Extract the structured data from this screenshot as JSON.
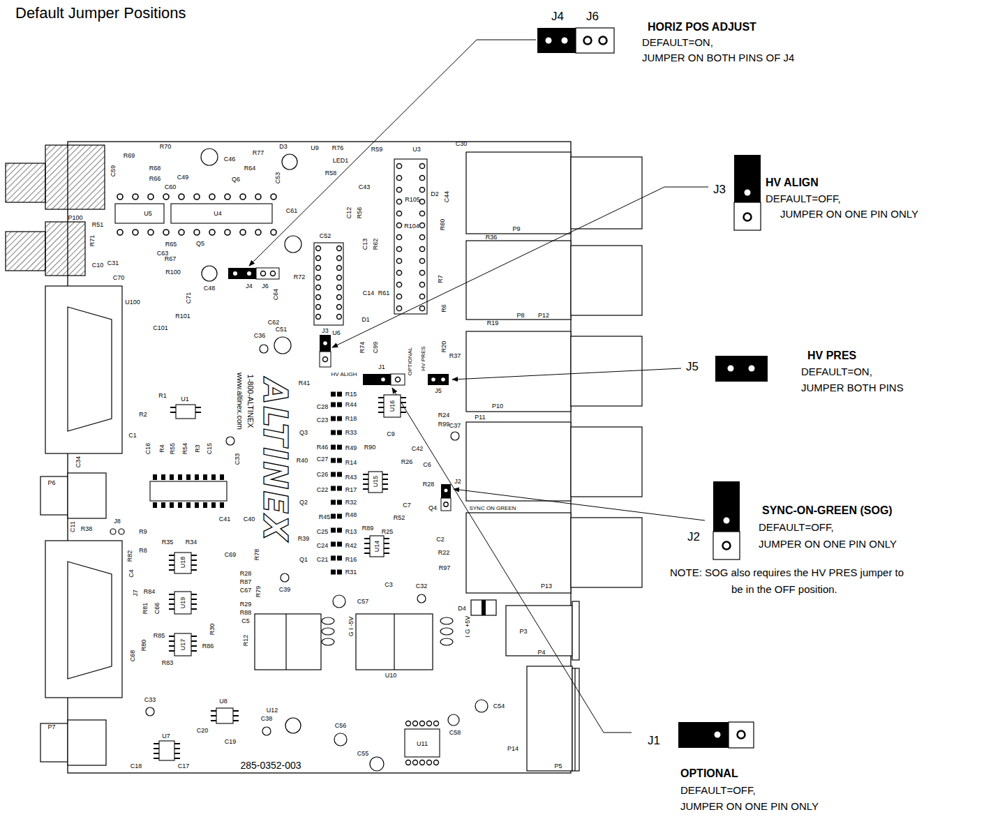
{
  "diagram": {
    "title": "Default Jumper Positions",
    "labels": [
      "J4",
      "J6",
      "HORIZ POS ADJUST",
      "DEFAULT=ON,",
      "JUMPER ON BOTH PINS OF J4",
      "J3",
      "HV ALIGN",
      "DEFAULT=OFF,",
      "JUMPER ON ONE PIN ONLY",
      "J5",
      "HV PRES",
      "DEFAULT=ON,",
      "JUMPER BOTH PINS",
      "SYNC-ON-GREEN (SOG)",
      "J2",
      "DEFAULT=OFF,",
      "JUMPER ON ONE PIN ONLY",
      "NOTE: SOG also requires the HV PRES jumper to be in the OFF position.",
      "J1",
      "OPTIONAL",
      "DEFAULT=OFF,",
      "JUMPER ON ONE PIN ONLY",
      "R69",
      "R70",
      "C59",
      "R68",
      "C46",
      "R77",
      "D3",
      "U9",
      "R76",
      "R59",
      "U3",
      "C30",
      "R64",
      "C49",
      "R66",
      "C60",
      "Q6",
      "C53",
      "LED1",
      "R58",
      "C43",
      "R105",
      "D2",
      "C44",
      "U5",
      "U4",
      "P100",
      "C61",
      "C52",
      "C12",
      "R56",
      "R104",
      "R60",
      "R36",
      "P9",
      "R51",
      "R71",
      "R65",
      "C63",
      "R67",
      "Q5",
      "C13",
      "R62",
      "C10",
      "C31",
      "R100",
      "C70",
      "C48",
      "J4",
      "J6",
      "C64",
      "R72",
      "R7",
      "C14",
      "R61",
      "R6",
      "U100",
      "R101",
      "C71",
      "C101",
      "C62",
      "D1",
      "U6",
      "R19",
      "P8",
      "P12",
      "R20",
      "R37",
      "C36",
      "C51",
      "J3",
      "R74",
      "C99",
      "HV ALIGH",
      "J1",
      "OPTIONAL",
      "HV PRES",
      "J5",
      "R41",
      "P10",
      "P11",
      "R15",
      "C28",
      "R44",
      "U16",
      "R24",
      "R99",
      "C23",
      "R18",
      "Q3",
      "R33",
      "C9",
      "C37",
      "R1",
      "U1",
      "R2",
      "C1",
      "C16",
      "R4",
      "R55",
      "R54",
      "R3",
      "C15",
      "C34",
      "R46",
      "R90",
      "C42",
      "R40",
      "C27",
      "R49",
      "R14",
      "R26",
      "C6",
      "C33",
      "1-800-ALTINEX",
      "www.altinex.com",
      "ALTINEX",
      "P6",
      "C26",
      "R43",
      "U15",
      "R28",
      "Q2",
      "C22",
      "R17",
      "C7",
      "Q4",
      "J2",
      "SYNC ON GREEN",
      "R32",
      "C11",
      "R89",
      "R48",
      "R38",
      "J8",
      "C41",
      "C40",
      "R45",
      "R52",
      "R9",
      "R35",
      "R34",
      "R39",
      "C25",
      "R13",
      "R25",
      "C2",
      "R8",
      "C69",
      "R78",
      "R42",
      "U14",
      "R22",
      "R82",
      "U18",
      "R28",
      "R87",
      "C24",
      "R97",
      "C4",
      "C67",
      "R79",
      "R84",
      "J7",
      "C21",
      "R16",
      "Q1",
      "R31",
      "C3",
      "C39",
      "C32",
      "D4",
      "P13",
      "P3",
      "R81",
      "C66",
      "U19",
      "R29",
      "C57",
      "R88",
      "C5",
      "R85",
      "R80",
      "U17",
      "R86",
      "C68",
      "R83",
      "R12",
      "R30",
      "U12",
      "G I -5V",
      "U10",
      "I G +5V",
      "C33",
      "U8",
      "C38",
      "C56",
      "U11",
      "C58",
      "C54",
      "C55",
      "C20",
      "C19",
      "U7",
      "P7",
      "C18",
      "C17",
      "285-0352-003",
      "P14",
      "P4",
      "P5"
    ]
  }
}
